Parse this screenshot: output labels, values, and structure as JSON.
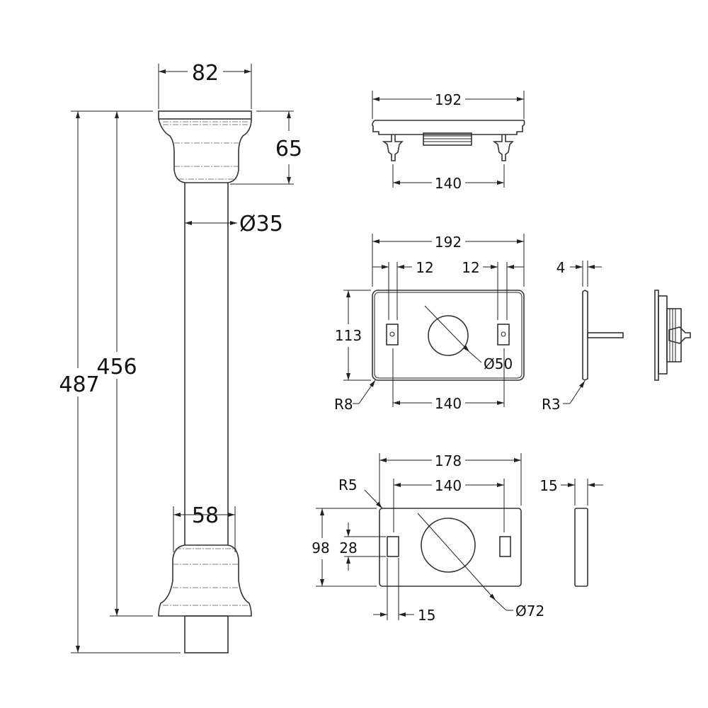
{
  "units": "mm",
  "pillar": {
    "top_width": "82",
    "cap_height": "65",
    "pipe_dia": "Ø35",
    "total_height": "487",
    "inner_height": "456",
    "base_width": "58"
  },
  "plate_side": {
    "width": "192",
    "stud_spacing": "140"
  },
  "plate_front": {
    "width": "192",
    "slot_left": "12",
    "slot_right": "12",
    "height": "113",
    "hole_dia": "Ø50",
    "corner_radius": "R8",
    "stud_spacing": "140",
    "thickness": "4",
    "edge_radius": "R3"
  },
  "gasket": {
    "width": "178",
    "corner_radius": "R5",
    "slot_spacing": "140",
    "height": "98",
    "slot_height": "28",
    "slot_width": "15",
    "hole_dia": "Ø72",
    "thickness": "15"
  }
}
